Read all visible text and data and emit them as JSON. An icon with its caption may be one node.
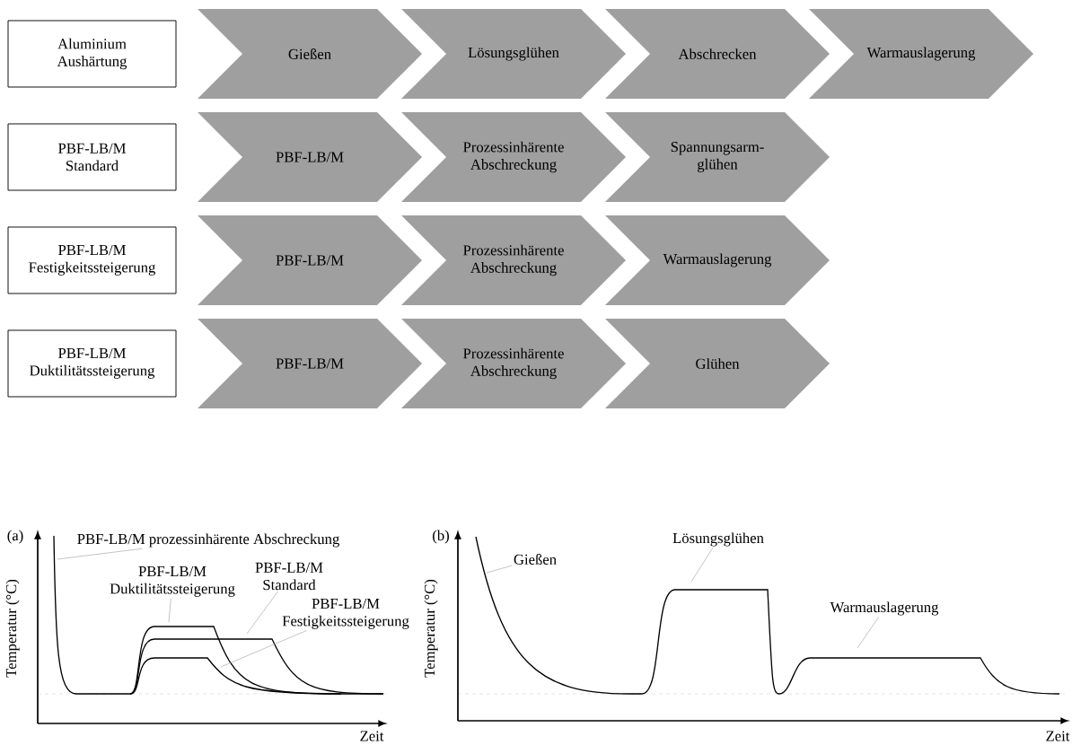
{
  "diagram": {
    "nodes": [
      {
        "text": [
          "Aluminium Aushärtung"
        ]
      },
      {
        "text": [
          "Gießen"
        ]
      },
      {
        "text": [
          "Lösungsglühen"
        ]
      },
      {
        "text": [
          "Abschrecken"
        ]
      },
      {
        "text": [
          "Warmauslagerung"
        ]
      },
      {
        "text": [
          "PBF-LB/M Standard"
        ]
      },
      {
        "text": [
          "PBF-LB/M"
        ]
      },
      {
        "text": [
          "Prozessinhärente Abschreckung"
        ]
      },
      {
        "text": [
          "Spannungsarm-glühen"
        ]
      },
      {
        "text": [
          "PBF-LB/M Festigkeitssteigerung"
        ]
      },
      {
        "text": [
          "PBF-LB/M"
        ]
      },
      {
        "text": [
          "Prozessinhärente Abschreckung"
        ]
      },
      {
        "text": [
          "Warmauslagerung"
        ]
      },
      {
        "text": [
          "PBF-LB/M Duktilitätssteigerung"
        ]
      },
      {
        "text": [
          "PBF-LB/M"
        ]
      },
      {
        "text": [
          "Prozessinhärente Abschreckung"
        ]
      },
      {
        "text": [
          "Glühen"
        ]
      },
      {
        "text": [
          "PBF-LB/M prozessinhärente Abschreckung"
        ]
      },
      {
        "text": [
          "PBF-LB/M Duktilitätssteigerung"
        ]
      },
      {
        "text": [
          "PBF-LB/M Standard"
        ]
      },
      {
        "text": [
          "PBF-LB/M Festigkeitssteigerung"
        ]
      },
      {
        "text": [
          "Gießen"
        ]
      },
      {
        "text": [
          "Lösungsglühen"
        ]
      },
      {
        "text": [
          "Warmauslagerung"
        ]
      }
    ],
    "edges": [
      {
        "from": 17,
        "to": null,
        "arrow": "none"
      },
      {
        "from": 18,
        "to": null,
        "arrow": "none"
      },
      {
        "from": 19,
        "to": null,
        "arrow": "none"
      },
      {
        "from": 20,
        "to": null,
        "arrow": "none"
      },
      {
        "from": 21,
        "to": null,
        "arrow": "none"
      },
      {
        "from": 22,
        "to": null,
        "arrow": "none"
      },
      {
        "from": 23,
        "to": null,
        "arrow": "none"
      }
    ],
    "labels": [
      "(a)",
      "Temperatur (°C)",
      "Zeit",
      "(b)",
      "Temperatur (°C)",
      "Zeit"
    ]
  }
}
